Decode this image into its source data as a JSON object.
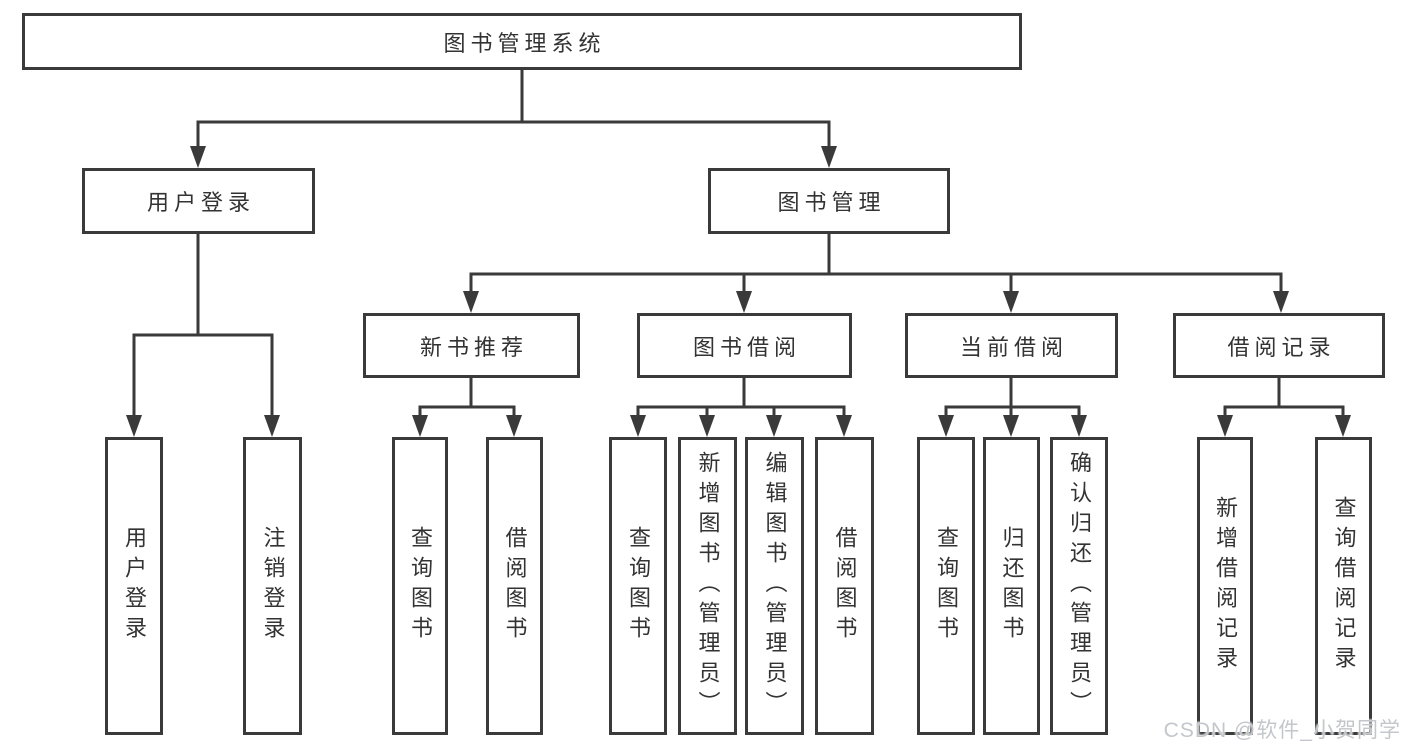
{
  "tree": {
    "root": {
      "label": "图书管理系统"
    },
    "children": [
      {
        "label": "用户登录",
        "children": [
          {
            "label": "用户登录"
          },
          {
            "label": "注销登录"
          }
        ]
      },
      {
        "label": "图书管理",
        "children": [
          {
            "label": "新书推荐",
            "children": [
              {
                "label": "查询图书"
              },
              {
                "label": "借阅图书"
              }
            ]
          },
          {
            "label": "图书借阅",
            "children": [
              {
                "label": "查询图书"
              },
              {
                "label": "新增图书（管理员）"
              },
              {
                "label": "编辑图书（管理员）"
              },
              {
                "label": "借阅图书"
              }
            ]
          },
          {
            "label": "当前借阅",
            "children": [
              {
                "label": "查询图书"
              },
              {
                "label": "归还图书"
              },
              {
                "label": "确认归还（管理员）"
              }
            ]
          },
          {
            "label": "借阅记录",
            "children": [
              {
                "label": "新增借阅记录"
              },
              {
                "label": "查询借阅记录"
              }
            ]
          }
        ]
      }
    ]
  },
  "watermark": {
    "text": "CSDN @软件_小贺同学"
  },
  "colors": {
    "line": "#3a3a3a",
    "text": "#333333",
    "background": "#ffffff",
    "watermark": "#c3c7cb"
  }
}
